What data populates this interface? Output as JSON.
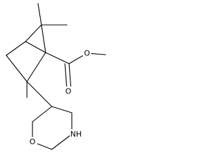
{
  "molecule": {
    "atom_labels": {
      "ester_carbonyl_o": "O",
      "ester_single_o": "O",
      "ring_o": "O",
      "ring_nh": "NH"
    },
    "colors": {
      "bond": "#000000",
      "text": "#000000",
      "background": "#ffffff"
    }
  }
}
